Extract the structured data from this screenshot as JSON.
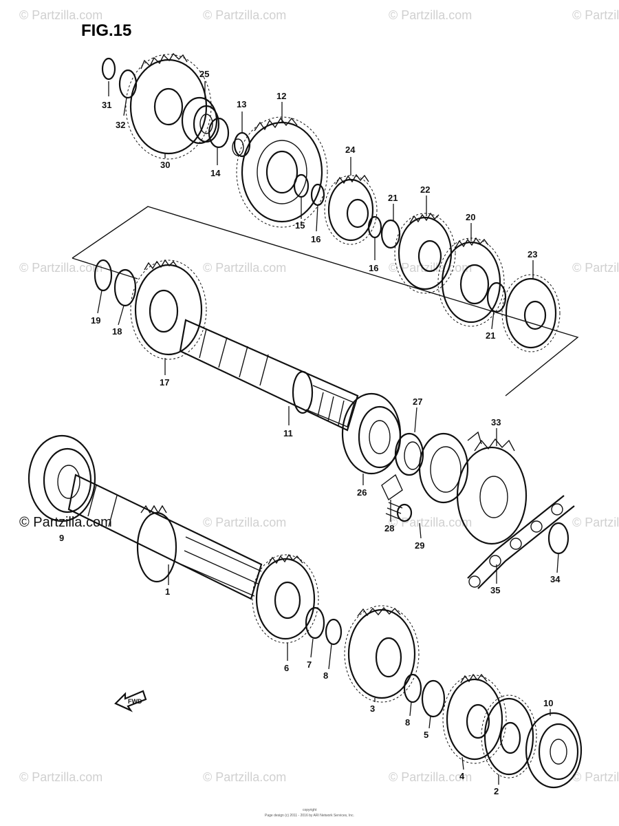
{
  "figure": {
    "title": "FIG.15",
    "site_label": "© Partzilla.com",
    "watermark": "© Partzilla.com",
    "footer_line1": "copyright",
    "footer_line2": "Page design (c) 2011 - 2016 by ARI Network Services, Inc.",
    "fwd_label": "FWD"
  },
  "callouts": [
    "31",
    "32",
    "30",
    "25",
    "14",
    "13",
    "12",
    "15",
    "16",
    "24",
    "16",
    "21",
    "22",
    "20",
    "23",
    "21",
    "19",
    "18",
    "17",
    "11",
    "27",
    "33",
    "26",
    "28",
    "29",
    "34",
    "35",
    "9",
    "1",
    "6",
    "7",
    "8",
    "3",
    "8",
    "5",
    "4",
    "2",
    "10"
  ]
}
